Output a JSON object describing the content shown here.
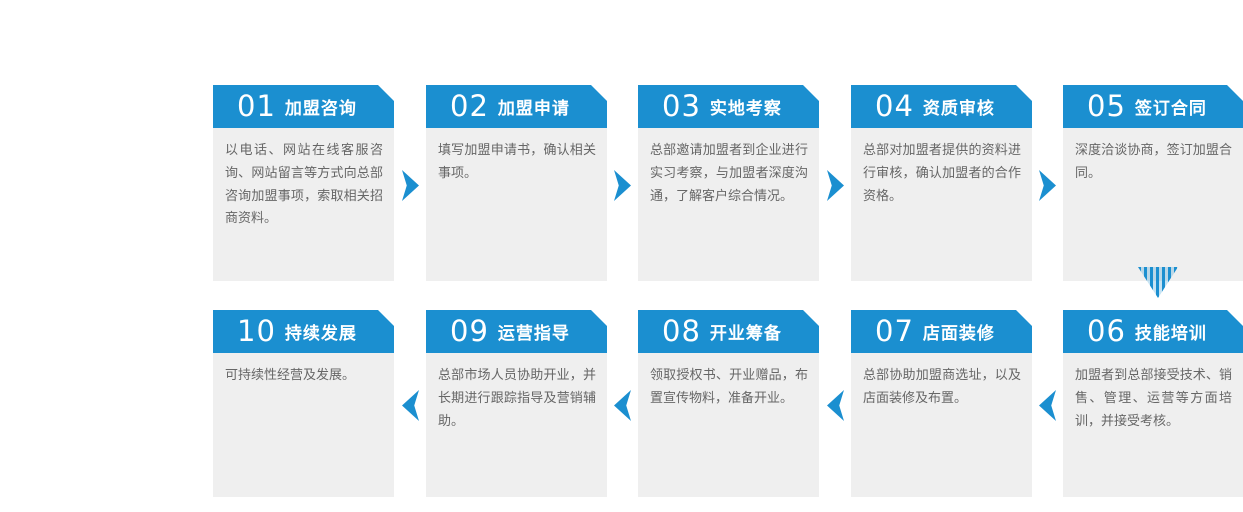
{
  "colors": {
    "header_blue": "#1b8fd0",
    "arrow_blue": "#1b8fd0",
    "body_gray": "#efefef",
    "text_gray": "#666666",
    "header_text": "#ffffff"
  },
  "rows": [
    {
      "direction": "right",
      "cards": [
        {
          "number": "01",
          "title": "加盟咨询",
          "desc": "以电话、网站在线客服咨询、网站留言等方式向总部咨询加盟事项，索取相关招商资料。"
        },
        {
          "number": "02",
          "title": "加盟申请",
          "desc": "填写加盟申请书，确认相关事项。"
        },
        {
          "number": "03",
          "title": "实地考察",
          "desc": "总部邀请加盟者到企业进行实习考察，与加盟者深度沟通，了解客户综合情况。"
        },
        {
          "number": "04",
          "title": "资质审核",
          "desc": "总部对加盟者提供的资料进行审核，确认加盟者的合作资格。"
        },
        {
          "number": "05",
          "title": "签订合同",
          "desc": "深度洽谈协商，签订加盟合同。"
        }
      ]
    },
    {
      "direction": "left",
      "cards": [
        {
          "number": "10",
          "title": "持续发展",
          "desc": "可持续性经营及发展。"
        },
        {
          "number": "09",
          "title": "运营指导",
          "desc": "总部市场人员协助开业，并长期进行跟踪指导及营销辅助。"
        },
        {
          "number": "08",
          "title": "开业筹备",
          "desc": "领取授权书、开业赠品，布置宣传物料，准备开业。"
        },
        {
          "number": "07",
          "title": "店面装修",
          "desc": "总部协助加盟商选址，以及店面装修及布置。"
        },
        {
          "number": "06",
          "title": "技能培训",
          "desc": "加盟者到总部接受技术、销售、管理、运营等方面培训，并接受考核。"
        }
      ]
    }
  ]
}
